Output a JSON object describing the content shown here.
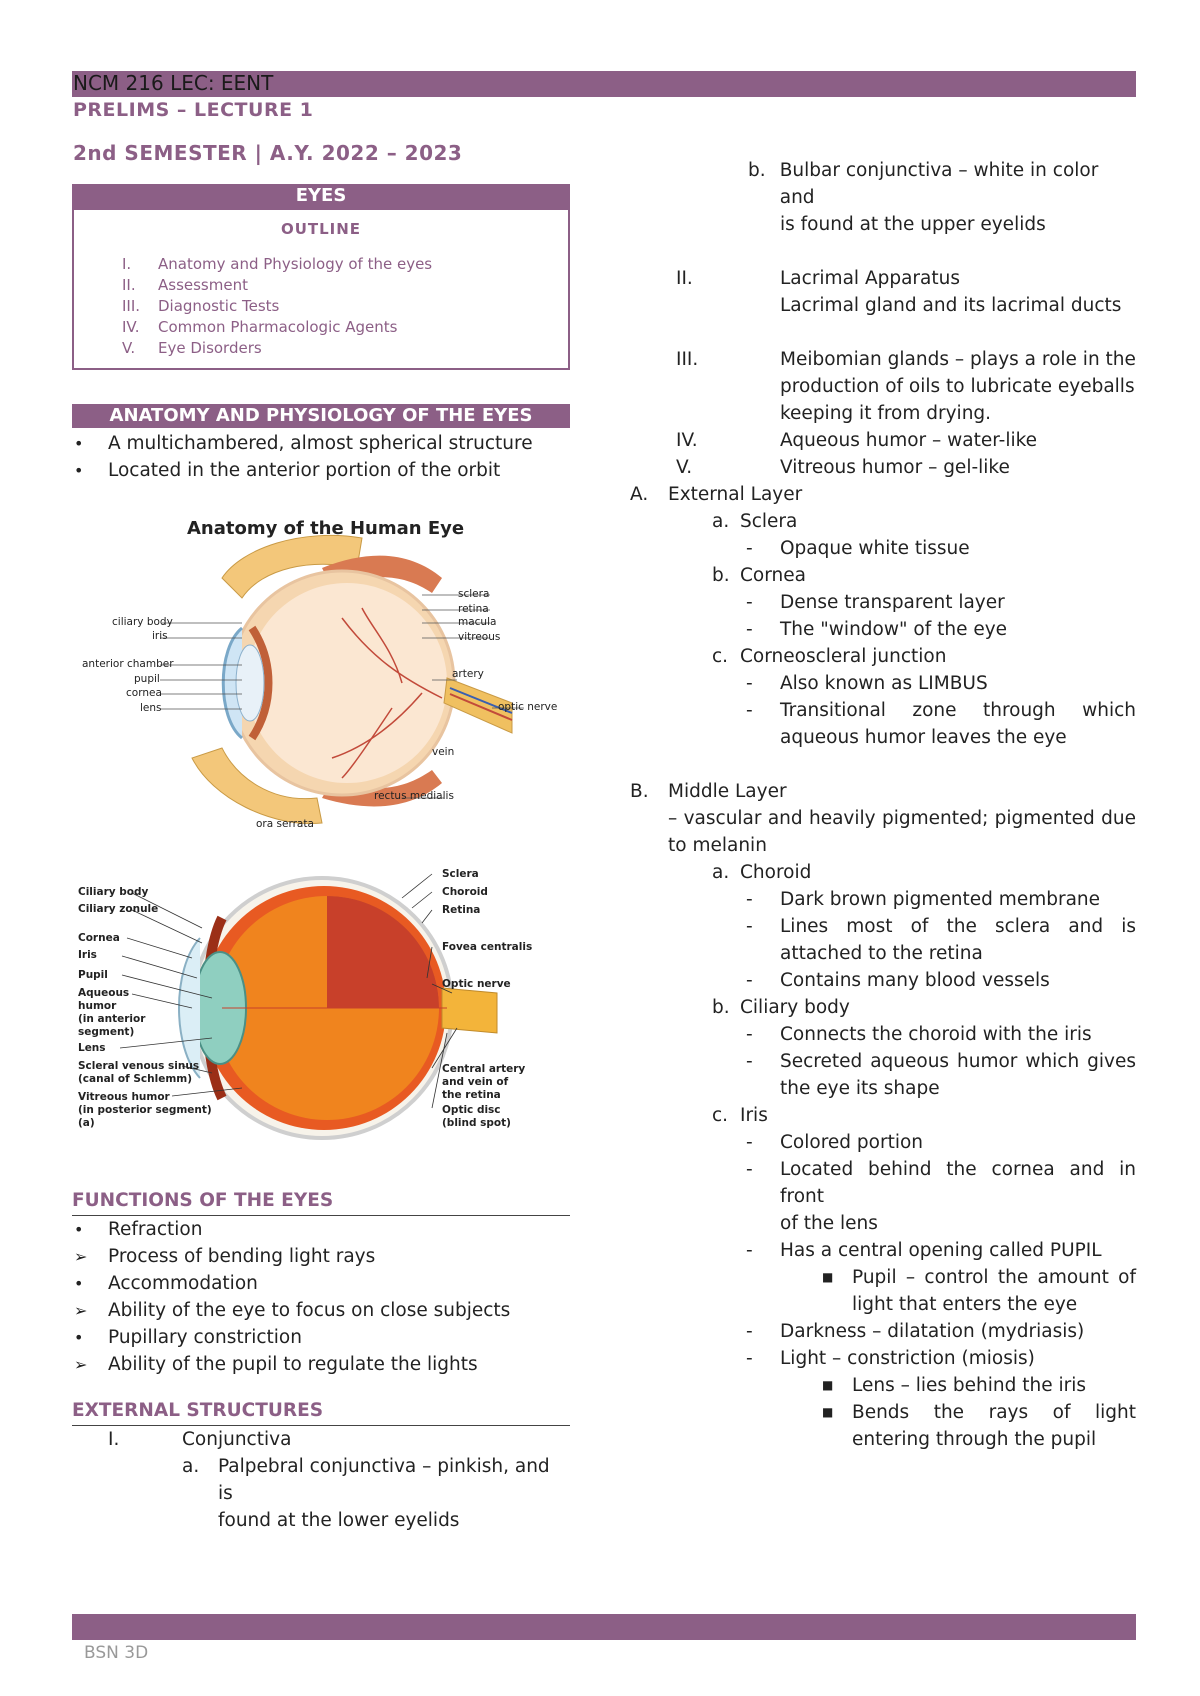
{
  "header": {
    "title": "NCM 216 LEC: EENT",
    "subtitle": "PRELIMS – LECTURE 1",
    "semester": "2nd SEMESTER | A.Y. 2022 – 2023"
  },
  "eyes_section": {
    "title": "EYES",
    "outline_title": "OUTLINE",
    "outline": [
      {
        "num": "I.",
        "text": "Anatomy and Physiology of the eyes"
      },
      {
        "num": "II.",
        "text": "Assessment"
      },
      {
        "num": "III.",
        "text": "Diagnostic Tests"
      },
      {
        "num": "IV.",
        "text": "Common Pharmacologic Agents"
      },
      {
        "num": "V.",
        "text": "Eye Disorders"
      }
    ]
  },
  "anatomy": {
    "title": "ANATOMY AND PHYSIOLOGY OF THE EYES",
    "bullets": [
      "A multichambered, almost spherical structure",
      "Located in the anterior portion of the orbit"
    ]
  },
  "figure1": {
    "title": "Anatomy of the Human Eye",
    "labels_left": [
      "ciliary body",
      "iris",
      "anterior chamber",
      "pupil",
      "cornea",
      "lens"
    ],
    "labels_right": [
      "sclera",
      "retina",
      "macula",
      "vitreous",
      "artery",
      "optic nerve",
      "vein",
      "rectus medialis",
      "ora serrata"
    ]
  },
  "figure2": {
    "labels_left": [
      "Ciliary body",
      "Ciliary zonule",
      "Cornea",
      "Iris",
      "Pupil",
      "Aqueous",
      "humor",
      "(in anterior",
      "segment)",
      "Lens",
      "Scleral venous sinus",
      "(canal of Schlemm)",
      "Vitreous humor",
      "(in posterior segment)",
      "(a)"
    ],
    "labels_right": [
      "Sclera",
      "Choroid",
      "Retina",
      "Fovea centralis",
      "Optic nerve",
      "Central artery",
      "and vein of",
      "the retina",
      "Optic disc",
      "(blind spot)"
    ]
  },
  "functions": {
    "title": "FUNCTIONS OF THE EYES",
    "items": [
      {
        "mark": "•",
        "text": "Refraction"
      },
      {
        "mark": "➢",
        "text": "Process of bending light rays"
      },
      {
        "mark": "•",
        "text": "Accommodation"
      },
      {
        "mark": "➢",
        "text": "Ability of the eye to focus on close subjects"
      },
      {
        "mark": "•",
        "text": "Pupillary constriction"
      },
      {
        "mark": "➢",
        "text": "Ability of the pupil to regulate the lights"
      }
    ]
  },
  "external": {
    "title": "EXTERNAL STRUCTURES",
    "i_num": "I.",
    "i_text": "Conjunctiva",
    "a_num": "a.",
    "a_line1": "Palpebral conjunctiva – pinkish, and is",
    "a_line2": "found at the lower eyelids"
  },
  "right": {
    "b_num": "b.",
    "b_line1": "Bulbar conjunctiva – white in color and",
    "b_line2": "is found at the upper eyelids",
    "ii_num": "II.",
    "ii_line1": "Lacrimal Apparatus",
    "ii_line2": "Lacrimal gland and its lacrimal ducts",
    "iii_num": "III.",
    "iii_line1": "Meibomian glands – plays a role in the",
    "iii_line2": "production of oils to lubricate eyeballs",
    "iii_line3": "keeping it from drying.",
    "iv_num": "IV.",
    "iv_text": "Aqueous humor – water-like",
    "v_num": "V.",
    "v_text": "Vitreous humor – gel-like",
    "A_num": "A.",
    "A_text": "External Layer",
    "sclera_num": "a.",
    "sclera": "Sclera",
    "sclera_d1": "Opaque white tissue",
    "cornea_num": "b.",
    "cornea": "Cornea",
    "cornea_d1": "Dense transparent layer",
    "cornea_d2": "The \"window\" of the eye",
    "cj_num": "c.",
    "cj": "Corneoscleral junction",
    "cj_d1": "Also known as LIMBUS",
    "cj_d2a": "Transitional zone through which",
    "cj_d2b": "aqueous humor leaves the eye",
    "B_num": "B.",
    "B_text": "Middle Layer",
    "B_desc1": "– vascular and heavily pigmented; pigmented due",
    "B_desc2": "to melanin",
    "choroid_num": "a.",
    "choroid": "Choroid",
    "choroid_d1": "Dark brown pigmented membrane",
    "choroid_d2a": "Lines most of the sclera and is",
    "choroid_d2b": "attached to the retina",
    "choroid_d3": "Contains many blood vessels",
    "cb_num": "b.",
    "cb": "Ciliary body",
    "cb_d1": "Connects the choroid with the iris",
    "cb_d2a": "Secreted aqueous humor which gives",
    "cb_d2b": "the eye its shape",
    "iris_num": "c.",
    "iris": "Iris",
    "iris_d1": "Colored portion",
    "iris_d2a": "Located behind the cornea and in front",
    "iris_d2b": "of the lens",
    "iris_d3": "Has a central opening called PUPIL",
    "pupil_a": "Pupil – control the amount of",
    "pupil_b": "light that enters the eye",
    "dark": "Darkness – dilatation (mydriasis)",
    "light": "Light – constriction (miosis)",
    "lens": "Lens – lies behind the iris",
    "bends_a": "Bends the rays of light",
    "bends_b": "entering through the pupil"
  },
  "footer": {
    "text": "BSN 3D"
  },
  "colors": {
    "accent": "#8c5f86"
  }
}
